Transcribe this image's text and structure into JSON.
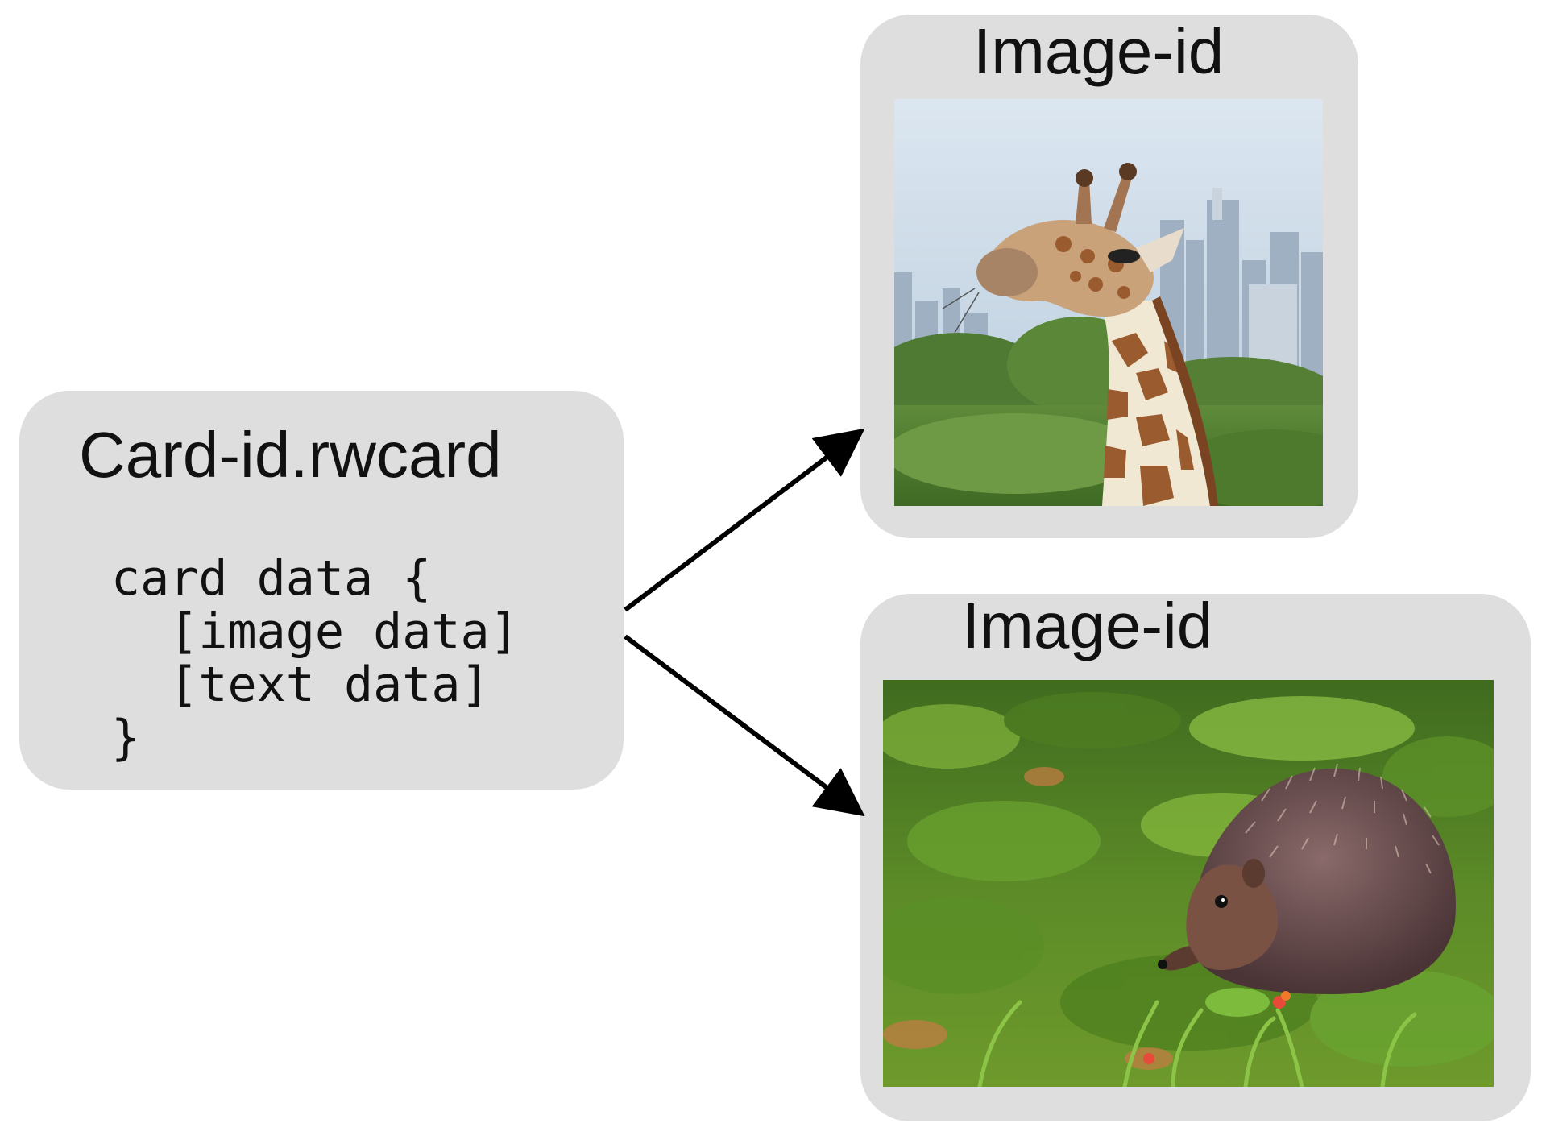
{
  "card": {
    "title": "Card-id.rwcard",
    "code_lines": [
      "card data {",
      "  [image data]",
      "  [text data]",
      "}"
    ]
  },
  "images": [
    {
      "title": "Image-id",
      "subject": "giraffe"
    },
    {
      "title": "Image-id",
      "subject": "hedgehog"
    }
  ],
  "colors": {
    "box_fill": "#dedede",
    "text": "#111111",
    "arrow": "#000000"
  }
}
